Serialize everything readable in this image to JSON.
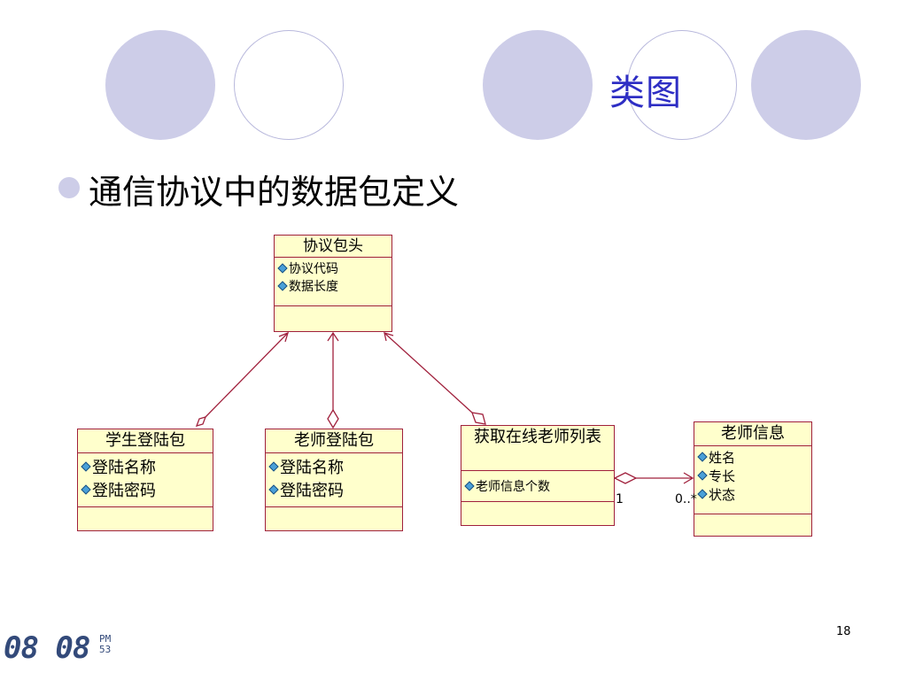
{
  "slide": {
    "title": "类图",
    "bullet": "通信协议中的数据包定义",
    "page_number": "18"
  },
  "clock": {
    "time": "08 08",
    "ampm": "PM",
    "seconds": "53"
  },
  "diagram": {
    "classes": {
      "header": {
        "name": "协议包头",
        "attributes": [
          "协议代码",
          "数据长度"
        ]
      },
      "student_login": {
        "name": "学生登陆包",
        "attributes": [
          "登陆名称",
          "登陆密码"
        ]
      },
      "teacher_login": {
        "name": "老师登陆包",
        "attributes": [
          "登陆名称",
          "登陆密码"
        ]
      },
      "online_list": {
        "name": "获取在线老师列表",
        "attributes": [
          "老师信息个数"
        ]
      },
      "teacher_info": {
        "name": "老师信息",
        "attributes": [
          "姓名",
          "专长",
          "状态"
        ]
      }
    },
    "association": {
      "source_multiplicity": "1",
      "target_multiplicity": "0..*"
    }
  },
  "colors": {
    "decor_circle": "#cdcde8",
    "title": "#2e2ec4",
    "uml_fill": "#ffffcc",
    "uml_border": "#a0203c",
    "attribute_icon": "#4aa0d8"
  }
}
